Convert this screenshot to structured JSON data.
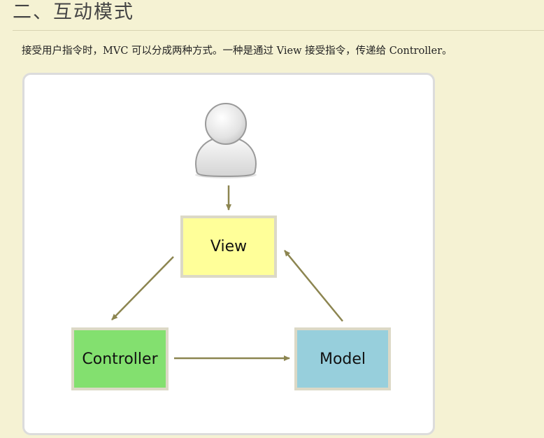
{
  "section": {
    "heading": "二、互动模式",
    "intro": "接受用户指令时，MVC 可以分成两种方式。一种是通过 View 接受指令，传递给 Controller。"
  },
  "diagram": {
    "nodes": {
      "view": "View",
      "controller": "Controller",
      "model": "Model"
    },
    "colors": {
      "view": "#ffff99",
      "controller": "#83e06f",
      "model": "#97cfdc",
      "arrow": "#8c8550",
      "box_border": "#dcd9c6"
    },
    "actor_icon": "user-icon"
  }
}
